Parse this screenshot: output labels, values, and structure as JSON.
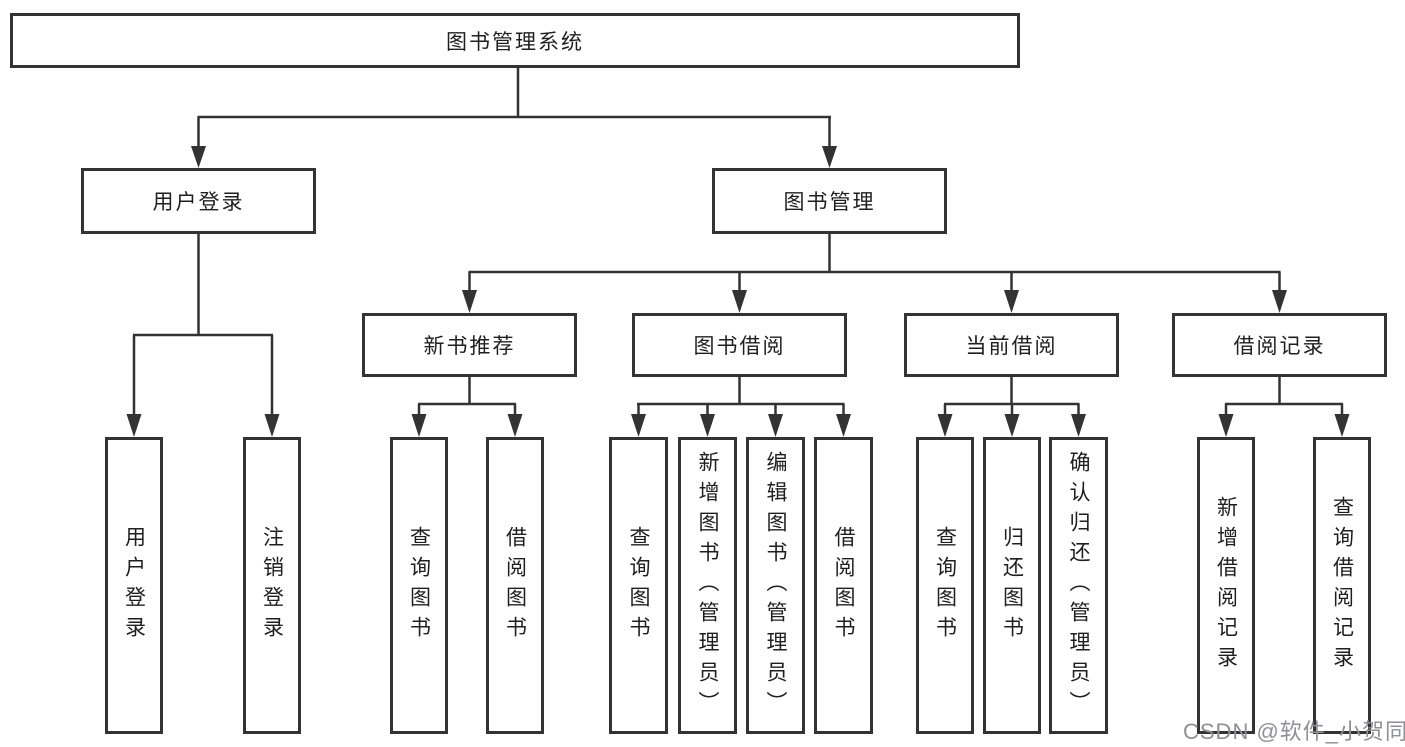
{
  "diagram_type": "hierarchy",
  "title": "图书管理系统",
  "colors": {
    "background": "#ffffff",
    "line": "#333333",
    "box_border": "#333333",
    "box_fill": "#ffffff",
    "text": "#1f1f1f",
    "watermark": "#8f8f97"
  },
  "watermark": {
    "text": "CSDN @软件_小贺同学"
  },
  "tree": {
    "root": {
      "label": "图书管理系统",
      "children": [
        {
          "label": "用户登录",
          "children": [
            {
              "label": "用户登录"
            },
            {
              "label": "注销登录"
            }
          ]
        },
        {
          "label": "图书管理",
          "children": [
            {
              "label": "新书推荐",
              "children": [
                {
                  "label": "查询图书"
                },
                {
                  "label": "借阅图书"
                }
              ]
            },
            {
              "label": "图书借阅",
              "children": [
                {
                  "label": "查询图书"
                },
                {
                  "label": "新增图书（管理员）"
                },
                {
                  "label": "编辑图书（管理员）"
                },
                {
                  "label": "借阅图书"
                }
              ]
            },
            {
              "label": "当前借阅",
              "children": [
                {
                  "label": "查询图书"
                },
                {
                  "label": "归还图书"
                },
                {
                  "label": "确认归还（管理员）"
                }
              ]
            },
            {
              "label": "借阅记录",
              "children": [
                {
                  "label": "新增借阅记录"
                },
                {
                  "label": "查询借阅记录"
                }
              ]
            }
          ]
        }
      ]
    }
  }
}
